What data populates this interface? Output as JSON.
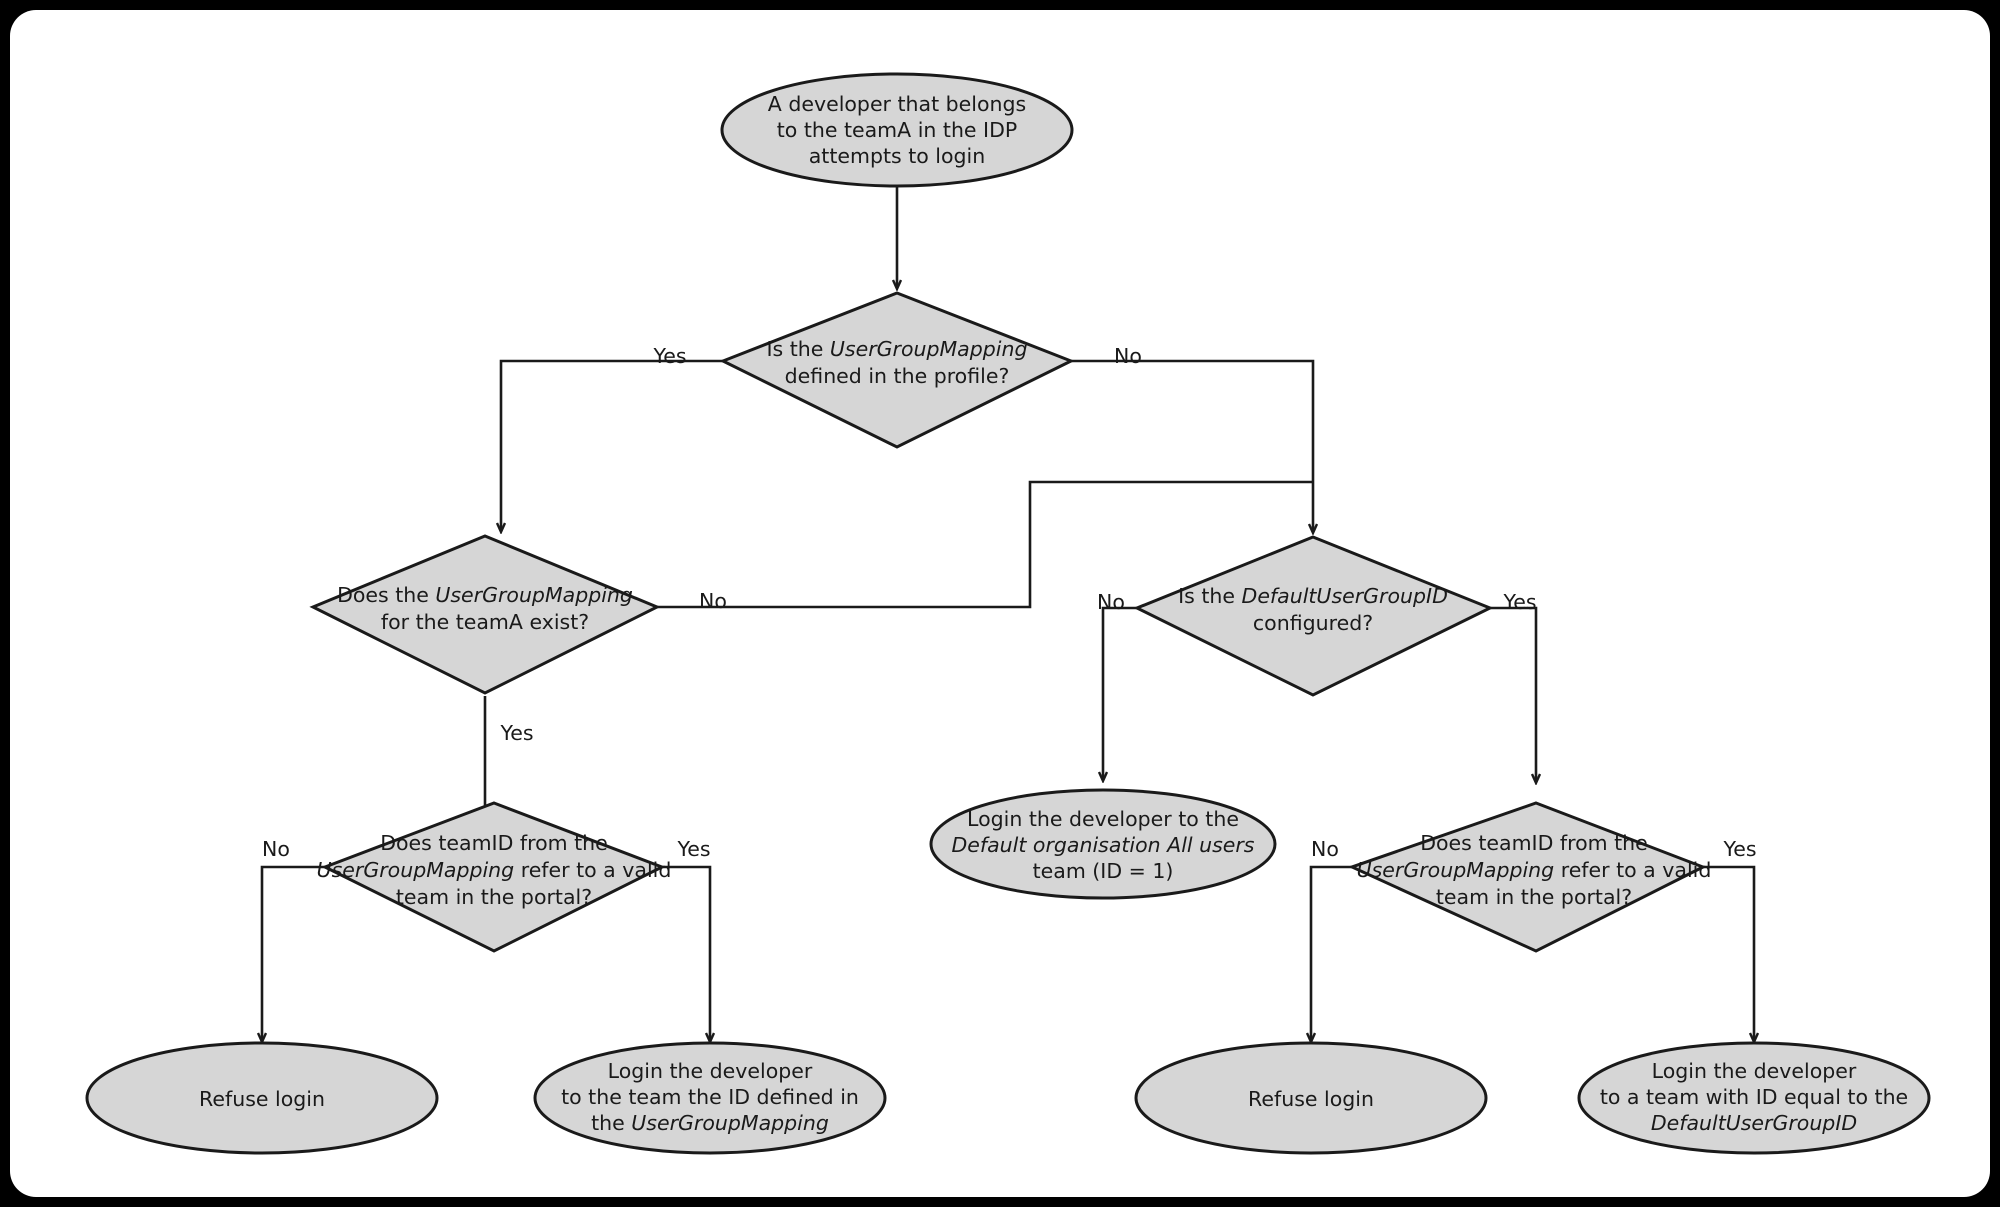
{
  "diagram": {
    "title": "IDP team mapping login decision flow",
    "background_color": "#ffffff",
    "frame_color": "#000000",
    "shape_fill": "#d6d6d6",
    "shape_stroke": "#1a1a1a",
    "nodes": {
      "start": {
        "type": "ellipse",
        "lines": [
          {
            "text": "A developer that belongs",
            "italic": false
          },
          {
            "text": "to the teamA in the IDP",
            "italic": false
          },
          {
            "text": "attempts to login",
            "italic": false
          }
        ]
      },
      "d_mapping_defined": {
        "type": "diamond",
        "lines": [
          {
            "segments": [
              {
                "text": "Is the ",
                "italic": false
              },
              {
                "text": "UserGroupMapping",
                "italic": true
              }
            ]
          },
          {
            "segments": [
              {
                "text": "defined in the profile?",
                "italic": false
              }
            ]
          }
        ]
      },
      "d_mapping_teama": {
        "type": "diamond",
        "lines": [
          {
            "segments": [
              {
                "text": "Does the ",
                "italic": false
              },
              {
                "text": "UserGroupMapping",
                "italic": true
              }
            ]
          },
          {
            "segments": [
              {
                "text": "for the teamA exist?",
                "italic": false
              }
            ]
          }
        ]
      },
      "d_default_group": {
        "type": "diamond",
        "lines": [
          {
            "segments": [
              {
                "text": "Is the ",
                "italic": false
              },
              {
                "text": "DefaultUserGroupID",
                "italic": true
              }
            ]
          },
          {
            "segments": [
              {
                "text": "configured?",
                "italic": false
              }
            ]
          }
        ]
      },
      "d_teamid_left": {
        "type": "diamond",
        "lines": [
          {
            "segments": [
              {
                "text": "Does teamID from the",
                "italic": false
              }
            ]
          },
          {
            "segments": [
              {
                "text": "UserGroupMapping",
                "italic": true
              },
              {
                "text": " refer to a valid",
                "italic": false
              }
            ]
          },
          {
            "segments": [
              {
                "text": "team in the portal?",
                "italic": false
              }
            ]
          }
        ]
      },
      "d_teamid_right": {
        "type": "diamond",
        "lines": [
          {
            "segments": [
              {
                "text": "Does teamID from the",
                "italic": false
              }
            ]
          },
          {
            "segments": [
              {
                "text": "UserGroupMapping",
                "italic": true
              },
              {
                "text": " refer to a valid",
                "italic": false
              }
            ]
          },
          {
            "segments": [
              {
                "text": "team in the portal?",
                "italic": false
              }
            ]
          }
        ]
      },
      "e_default_org": {
        "type": "ellipse",
        "lines": [
          {
            "segments": [
              {
                "text": "Login the developer to the",
                "italic": false
              }
            ]
          },
          {
            "segments": [
              {
                "text": "Default organisation All users",
                "italic": true
              }
            ]
          },
          {
            "segments": [
              {
                "text": "team (ID = 1)",
                "italic": false
              }
            ]
          }
        ]
      },
      "e_refuse_left": {
        "type": "ellipse",
        "lines": [
          {
            "segments": [
              {
                "text": "Refuse login",
                "italic": false
              }
            ]
          }
        ]
      },
      "e_login_mapping": {
        "type": "ellipse",
        "lines": [
          {
            "segments": [
              {
                "text": "Login the developer",
                "italic": false
              }
            ]
          },
          {
            "segments": [
              {
                "text": "to the team the ID defined in",
                "italic": false
              }
            ]
          },
          {
            "segments": [
              {
                "text": "the ",
                "italic": false
              },
              {
                "text": "UserGroupMapping",
                "italic": true
              }
            ]
          }
        ]
      },
      "e_refuse_right": {
        "type": "ellipse",
        "lines": [
          {
            "segments": [
              {
                "text": "Refuse login",
                "italic": false
              }
            ]
          }
        ]
      },
      "e_login_default": {
        "type": "ellipse",
        "lines": [
          {
            "segments": [
              {
                "text": "Login the developer",
                "italic": false
              }
            ]
          },
          {
            "segments": [
              {
                "text": "to a team with ID equal to the",
                "italic": false
              }
            ]
          },
          {
            "segments": [
              {
                "text": "DefaultUserGroupID",
                "italic": true
              }
            ]
          }
        ]
      }
    },
    "edge_labels": {
      "mapping_defined_yes": "Yes",
      "mapping_defined_no": "No",
      "mapping_teama_no": "No",
      "mapping_teama_yes": "Yes",
      "default_group_no": "No",
      "default_group_yes": "Yes",
      "teamid_left_no": "No",
      "teamid_left_yes": "Yes",
      "teamid_right_no": "No",
      "teamid_right_yes": "Yes"
    }
  }
}
